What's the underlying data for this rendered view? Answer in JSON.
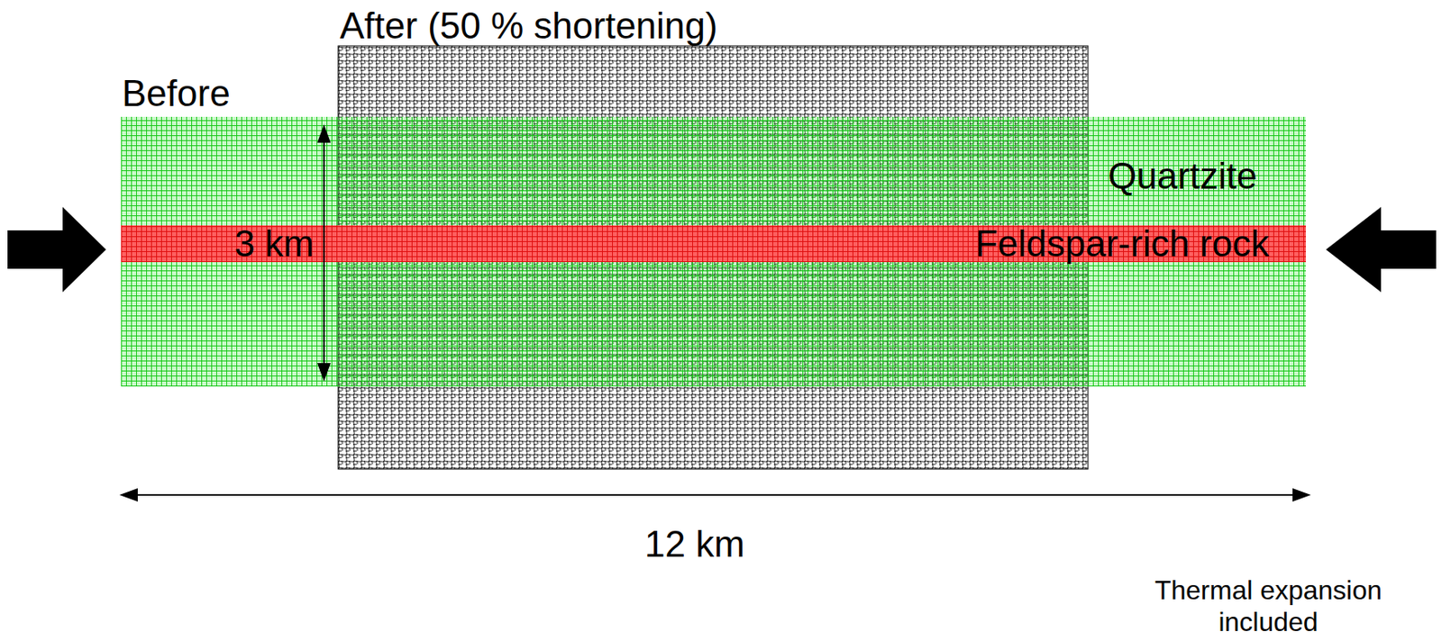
{
  "diagram": {
    "nodes": [
      {
        "text": [
          "Quartzite"
        ]
      },
      {
        "text": [
          "Feldspar-rich rock"
        ],
        "in": 0
      }
    ],
    "labels": [
      "Before",
      "After (50 % shortening)",
      "3 km",
      "12 km",
      "Thermal expansion included"
    ]
  }
}
